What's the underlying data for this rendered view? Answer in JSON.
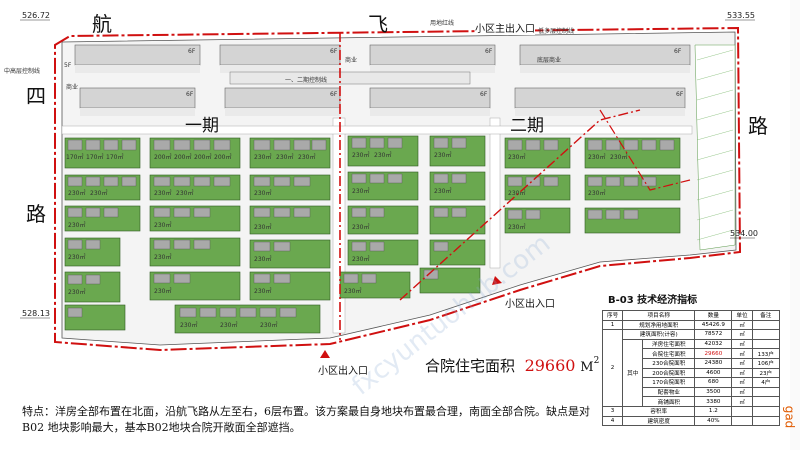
{
  "roads": {
    "north_1": "航",
    "north_2": "飞",
    "west_1": "四",
    "west_2": "路",
    "east": "路"
  },
  "elevations": {
    "nw": "526.72",
    "ne": "533.55",
    "e": "534.00",
    "sw": "528.13"
  },
  "entrances": {
    "main": "小区主出入口",
    "south_east": "小区出入口",
    "south": "小区出入口"
  },
  "phases": {
    "one": "一期",
    "two": "二期"
  },
  "small_labels": {
    "nw_control": "中高层控制线",
    "commerce_w": "商业",
    "commerce_n": "商业",
    "bottom_commerce": "底层商业",
    "control_line": "一、二期控制线",
    "multi_control": "低多层控制线",
    "red_line": "用地红线"
  },
  "floor_marks": {
    "six_f": "6F",
    "five_f": "5F"
  },
  "unit_labels": {
    "u230": "230㎡",
    "u200": "200㎡",
    "u170": "170㎡"
  },
  "area": {
    "label": "合院住宅面积",
    "value": "29660",
    "unit": "M",
    "sup": "2"
  },
  "notes": "特点：洋房全部布置在北面，沿航飞路从左至右，6层布置。该方案最自身地块布置最合理，南面全部合院。缺点是对B02 地块影响最大，基本B02地块合院开敞面全部遮挡。",
  "table": {
    "title": "B-03 技术经济指标",
    "headers": [
      "序号",
      "项目名称",
      "数量",
      "单位",
      "备注"
    ],
    "rows": [
      [
        "1",
        "规划净用地面积",
        "45426.9",
        "㎡",
        ""
      ],
      [
        "2",
        "建筑面积(计容)",
        "78572",
        "㎡",
        ""
      ],
      [
        "",
        "洋房住宅面积",
        "42032",
        "㎡",
        ""
      ],
      [
        "",
        "合院住宅面积",
        "29660",
        "㎡",
        "133户"
      ],
      [
        "",
        "230合院面积",
        "24380",
        "㎡",
        "106户"
      ],
      [
        "",
        "200合院面积",
        "4600",
        "㎡",
        "23户"
      ],
      [
        "",
        "170合院面积",
        "680",
        "㎡",
        "4户"
      ],
      [
        "",
        "配套物业",
        "3500",
        "㎡",
        ""
      ],
      [
        "",
        "商铺面积",
        "3380",
        "㎡",
        ""
      ],
      [
        "3",
        "容积率",
        "1.2",
        "",
        ""
      ],
      [
        "4",
        "建筑密度",
        "40%",
        "",
        ""
      ]
    ],
    "group_label": "其中"
  },
  "watermark": "fxcyuntuohub.com",
  "brand": "gad"
}
